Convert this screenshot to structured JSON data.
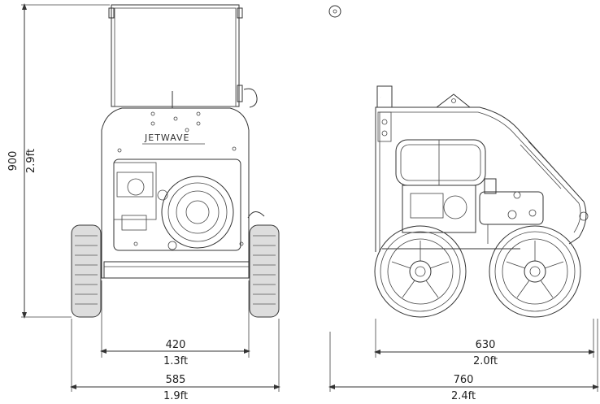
{
  "brand_logo": "JETWAVE",
  "dimensions": {
    "height_mm": "900",
    "height_ft": "2.9ft",
    "front_inner_width_mm": "420",
    "front_inner_width_ft": "1.3ft",
    "front_total_width_mm": "585",
    "front_total_width_ft": "1.9ft",
    "side_wheelbase_mm": "630",
    "side_wheelbase_ft": "2.0ft",
    "side_total_length_mm": "760",
    "side_total_length_ft": "2.4ft"
  }
}
